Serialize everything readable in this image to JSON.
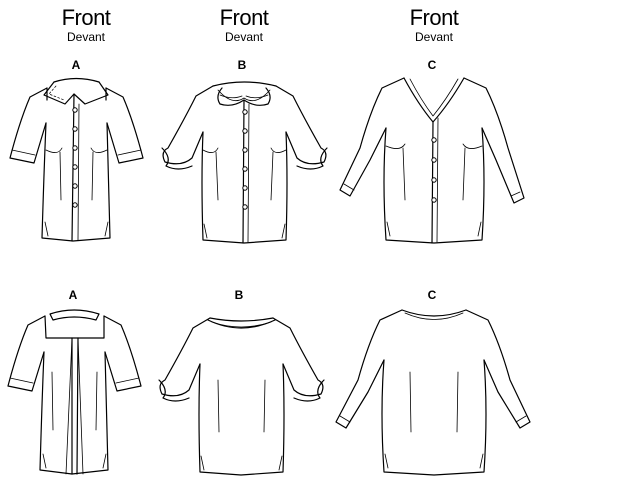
{
  "headings": [
    {
      "title": "Front",
      "subtitle": "Devant"
    },
    {
      "title": "Front",
      "subtitle": "Devant"
    },
    {
      "title": "Front",
      "subtitle": "Devant"
    }
  ],
  "views": {
    "front": [
      "A",
      "B",
      "C"
    ],
    "back": [
      "A",
      "B",
      "C"
    ]
  }
}
